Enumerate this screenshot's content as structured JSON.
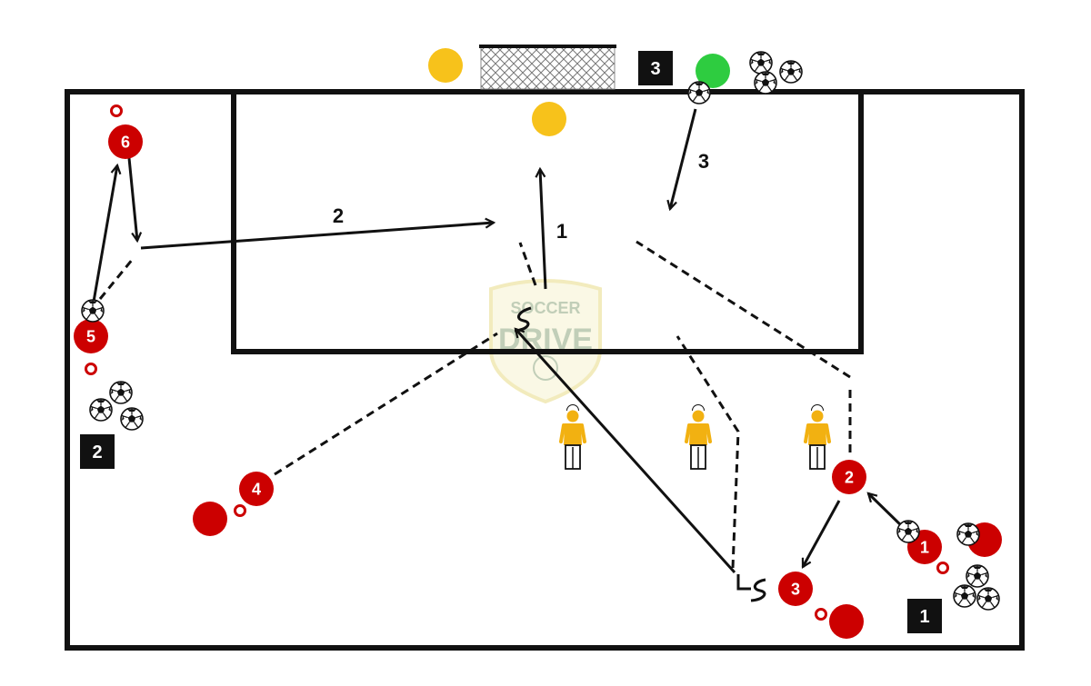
{
  "colors": {
    "line": "#111111",
    "player": "#cc0000",
    "keeper": "#f7c21b",
    "server": "#2ecc40",
    "mannequin": "#f2b111"
  },
  "watermark": {
    "line1": "SOCCER",
    "line2": "DRIVE"
  },
  "stations": [
    "1",
    "2",
    "3"
  ],
  "players": [
    "1",
    "2",
    "3",
    "4",
    "5",
    "6"
  ],
  "pass_labels": [
    "1",
    "2",
    "3"
  ],
  "icons": [
    "goal-net-icon",
    "soccer-ball-icon",
    "cone-icon",
    "mannequin-icon",
    "dribble-icon"
  ]
}
